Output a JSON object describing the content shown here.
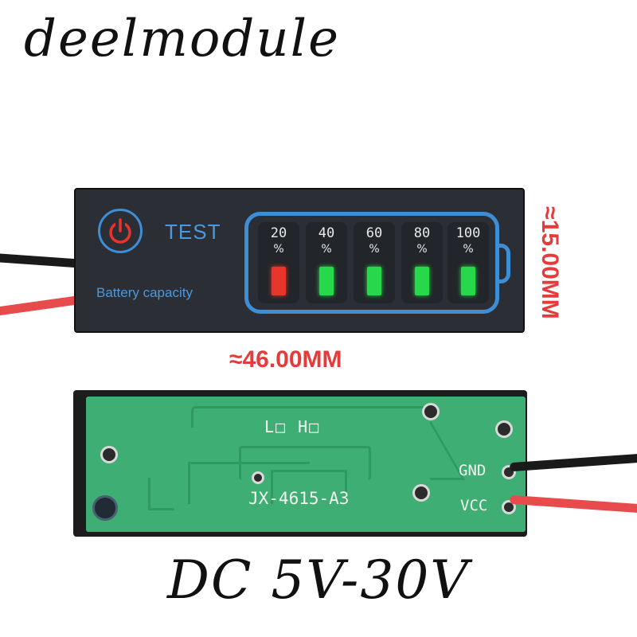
{
  "brand": "deelmodule",
  "front_panel": {
    "test_label": "TEST",
    "capacity_label": "Battery capacity",
    "cells": [
      {
        "pct": "20",
        "symbol": "%",
        "led_color": "#e8352b"
      },
      {
        "pct": "40",
        "symbol": "%",
        "led_color": "#27d84a"
      },
      {
        "pct": "60",
        "symbol": "%",
        "led_color": "#27d84a"
      },
      {
        "pct": "80",
        "symbol": "%",
        "led_color": "#27d84a"
      },
      {
        "pct": "100",
        "symbol": "%",
        "led_color": "#27d84a"
      }
    ]
  },
  "dimensions": {
    "width": "≈46.00MM",
    "height": "≈15.00MM"
  },
  "pcb": {
    "switch_label": "L□ H□",
    "model": "JX-4615-A3",
    "gnd_label": "GND",
    "vcc_label": "VCC"
  },
  "footer": "DC 5V-30V",
  "colors": {
    "accent_blue": "#3e8ed6",
    "dimension_red": "#e63b3b",
    "pcb_green": "#3fae74"
  }
}
